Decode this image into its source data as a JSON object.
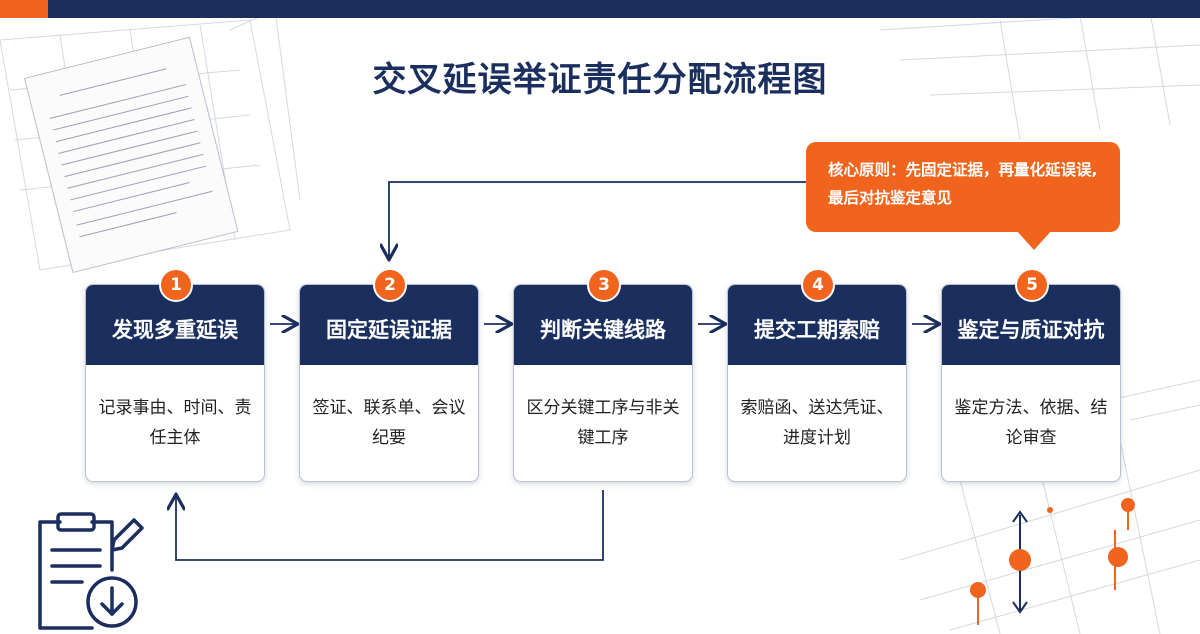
{
  "title": "交叉延误举证责任分配流程图",
  "callout": {
    "text": "核心原则：先固定证据，再量化延误误, 最后对抗鉴定意见"
  },
  "steps": [
    {
      "number": "1",
      "title": "发现多重延误",
      "desc": "记录事由、时间、责任主体"
    },
    {
      "number": "2",
      "title": "固定延误证据",
      "desc": "签证、联系单、会议纪要"
    },
    {
      "number": "3",
      "title": "判断关键线路",
      "desc": "区分关键工序与非关键工序"
    },
    {
      "number": "4",
      "title": "提交工期索赔",
      "desc": "索赔函、送达凭证、进度计划"
    },
    {
      "number": "5",
      "title": "鉴定与质证对抗",
      "desc": "鉴定方法、依据、结论审查"
    }
  ],
  "colors": {
    "navy": "#1b2f5e",
    "orange": "#f0641e"
  },
  "icons": [
    "clipboard-download-icon"
  ]
}
